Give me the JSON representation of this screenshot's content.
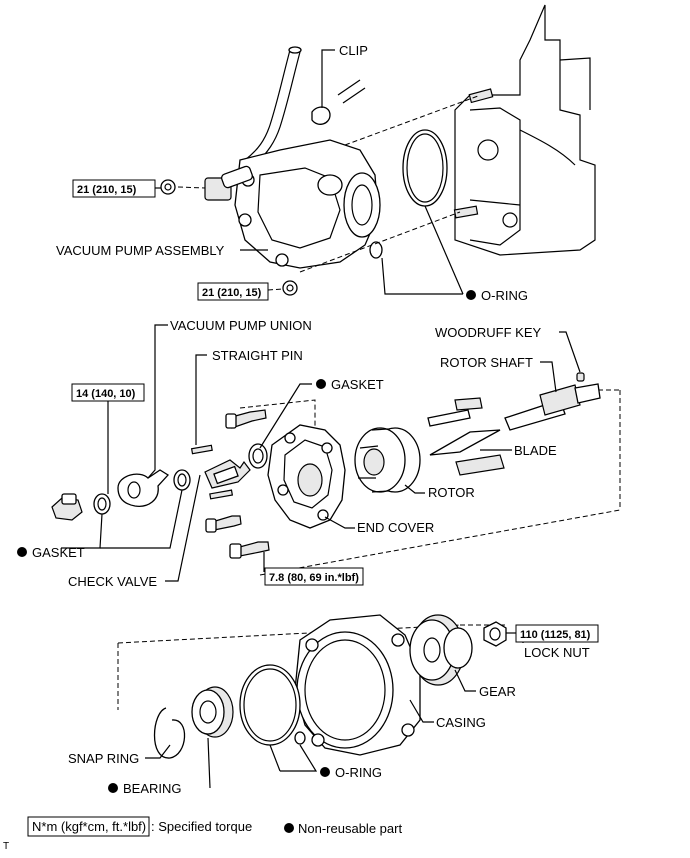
{
  "labels": {
    "clip": "CLIP",
    "vacuum_pump_assembly": "VACUUM PUMP ASSEMBLY",
    "o_ring_top": "O-RING",
    "vacuum_pump_union": "VACUUM PUMP UNION",
    "straight_pin": "STRAIGHT PIN",
    "gasket_mid": "GASKET",
    "woodruff_key": "WOODRUFF KEY",
    "rotor_shaft": "ROTOR SHAFT",
    "blade": "BLADE",
    "rotor": "ROTOR",
    "end_cover": "END COVER",
    "gasket_left": "GASKET",
    "check_valve": "CHECK VALVE",
    "lock_nut": "LOCK NUT",
    "gear": "GEAR",
    "casing": "CASING",
    "snap_ring": "SNAP RING",
    "bearing": "BEARING",
    "o_ring_bottom": "O-RING"
  },
  "torques": {
    "t1": "21 (210, 15)",
    "t2": "21 (210, 15)",
    "t3": "14 (140, 10)",
    "t4": "7.8 (80, 69 in.*lbf)",
    "t5": "110 (1125, 81)"
  },
  "legend": {
    "torque_box": "N*m (kgf*cm, ft.*lbf)",
    "torque_desc": ": Specified torque",
    "nonreusable": "Non-reusable part"
  },
  "corner_mark": "T"
}
